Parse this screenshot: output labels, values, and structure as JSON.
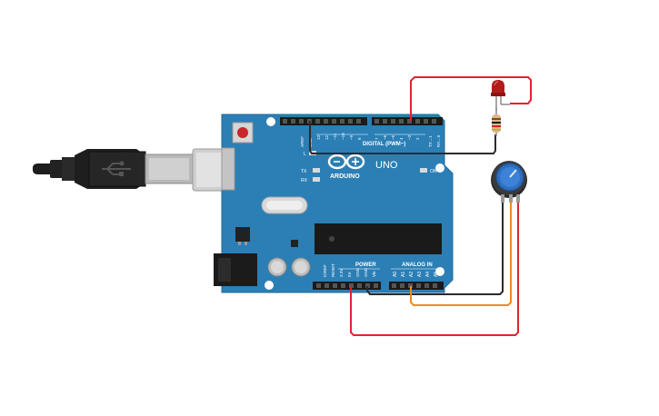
{
  "board": {
    "brand": "ARDUINO",
    "model": "UNO",
    "digital_header_label": "DIGITAL (PWM~)",
    "power_header_label": "POWER",
    "analog_header_label": "ANALOG IN",
    "on_label": "ON",
    "tx_label": "TX",
    "rx_label": "RX",
    "l_label": "L",
    "digital_pins": [
      "AREF",
      "GND",
      "13",
      "12",
      "~11",
      "~10",
      "~9",
      "8",
      "7",
      "~6",
      "~5",
      "4",
      "~3",
      "2",
      "TX→1",
      "RX←0"
    ],
    "power_pins": [
      "IOREF",
      "RESET",
      "3.3V",
      "5V",
      "GND",
      "GND",
      "Vin"
    ],
    "analog_pins": [
      "A0",
      "A1",
      "A2",
      "A3",
      "A4",
      "A5"
    ],
    "board_color": "#2b7fb5"
  },
  "components": {
    "usb_cable": "usb-b-cable",
    "led": "red-led",
    "resistor": "resistor",
    "potentiometer": "potentiometer"
  },
  "wire_colors": {
    "red": "#e0242f",
    "black": "#2b2b2b",
    "orange": "#ef8b20"
  }
}
